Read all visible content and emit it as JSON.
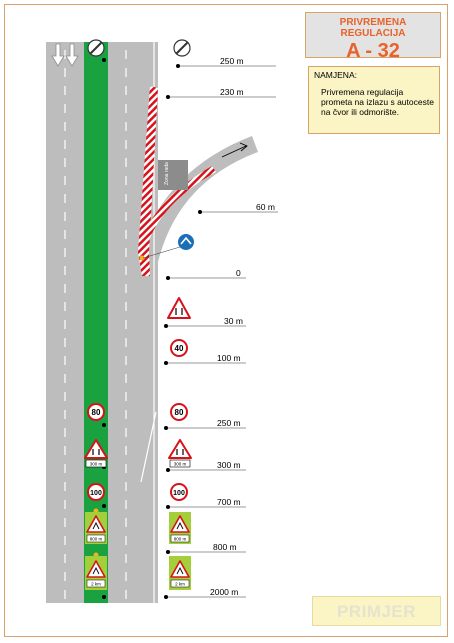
{
  "title": {
    "line1": "PRIVREMENA REGULACIJA",
    "line2": "A - 32"
  },
  "purpose": {
    "heading": "NAMJENA:",
    "text": "Privremena regulacija prometa na izlazu s autoceste na čvor ili odmorište."
  },
  "example_label": "PRIMJER",
  "zone_label": "Zona rada",
  "distances": [
    "250 m",
    "230 m",
    "60 m",
    "0",
    "30 m",
    "100 m",
    "250 m",
    "300 m",
    "700 m",
    "800 m",
    "2000 m"
  ],
  "signs": {
    "speed_limits": [
      "80",
      "40",
      "100"
    ],
    "plates": [
      "300 m",
      "800 m",
      "2 km"
    ]
  },
  "colors": {
    "accent": "#e8622a",
    "median_green": "#1aa241",
    "road_gray": "#bdbdbd",
    "barrier_red": "#d8121b",
    "box_yellow": "#fbf4c4"
  }
}
